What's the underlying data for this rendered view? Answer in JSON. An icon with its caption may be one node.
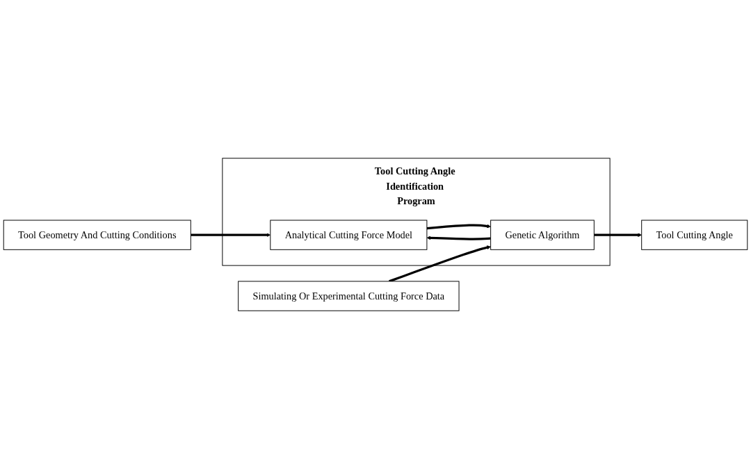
{
  "diagram": {
    "nodes": [
      {
        "text": [
          "Tool Cutting Angle Identification Program"
        ]
      },
      {
        "text": [
          "Analytical Cutting Force Model"
        ],
        "in": 0
      },
      {
        "text": [
          "Genetic Algorithm"
        ],
        "in": 0
      },
      {
        "text": [
          "Tool Geometry And Cutting Conditions"
        ]
      },
      {
        "text": [
          "Simulating Or Experimental Cutting Force Data"
        ]
      },
      {
        "text": [
          "Tool Cutting Angle"
        ]
      }
    ],
    "edges": [
      {
        "from": 3,
        "to": 1,
        "arrow": "to"
      },
      {
        "from": 1,
        "to": 2,
        "arrow": "to"
      },
      {
        "from": 2,
        "to": 1,
        "arrow": "to"
      },
      {
        "from": 4,
        "to": 2,
        "arrow": "to"
      },
      {
        "from": 2,
        "to": 5,
        "arrow": "to"
      }
    ]
  }
}
